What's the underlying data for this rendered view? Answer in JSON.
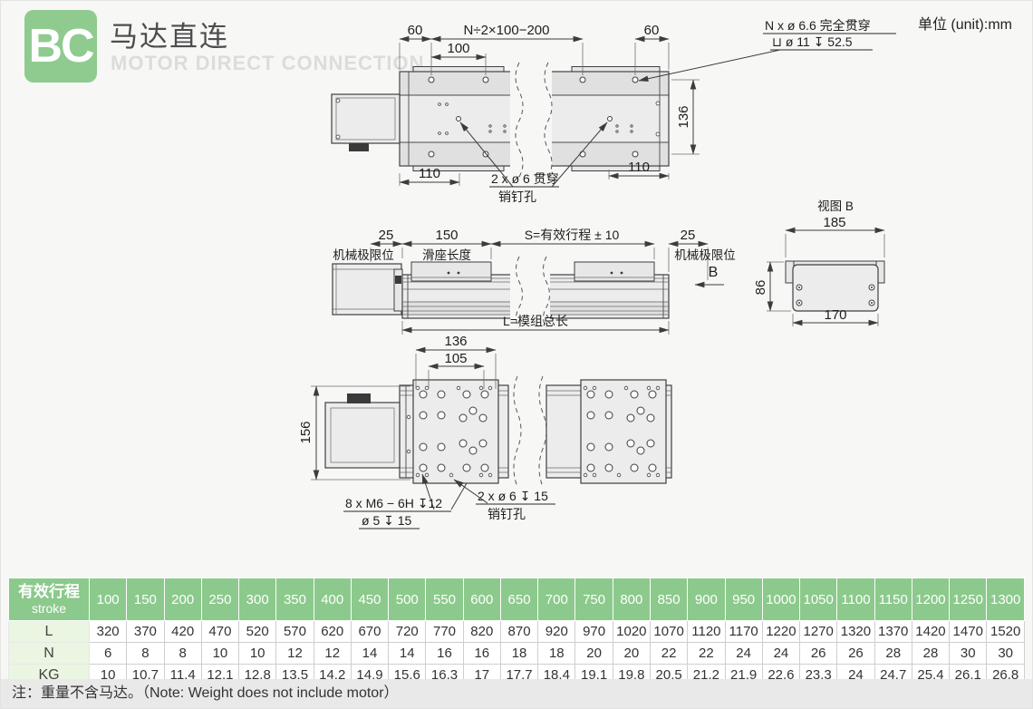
{
  "page": {
    "unit_label": "单位 (unit):mm",
    "note": "注：重量不含马达。（Note: Weight does not include motor）"
  },
  "header": {
    "badge": "BC",
    "title_zh": "马达直连",
    "title_en": "MOTOR DIRECT CONNECTION",
    "accent_color": "#8fcb8f"
  },
  "drawings": {
    "top_view": {
      "dim_60_left": "60",
      "dim_pitch": "N÷2×100−200",
      "dim_100": "100",
      "dim_60_right": "60",
      "hole_label_1": "N x ø 6.6 完全贯穿",
      "hole_label_2": "⊔ ø 11 ↧ 52.5",
      "dim_136": "136",
      "dim_110_left": "110",
      "dim_110_right": "110",
      "pin_label_1": "2 x ø 6 贯穿",
      "pin_label_2": "销钉孔"
    },
    "side_view": {
      "dim_25_left": "25",
      "limit_label_left": "机械极限位",
      "dim_150": "150",
      "slider_label": "滑座长度",
      "dim_stroke": "S=有效行程 ± 10",
      "dim_25_right": "25",
      "limit_label_right": "机械极限位",
      "view_marker": "B",
      "dim_total": "L=模组总长"
    },
    "view_b": {
      "title": "视图 B",
      "dim_185": "185",
      "dim_86": "86",
      "dim_170": "170"
    },
    "bottom_view": {
      "dim_136": "136",
      "dim_105": "105",
      "dim_156": "156",
      "screw_label_1": "8 x M6 − 6H ↧12",
      "screw_label_2": "ø 5 ↧ 15",
      "pin_label_1": "2 x ø 6 ↧ 15",
      "pin_label_2": "销钉孔"
    }
  },
  "table": {
    "header_label_zh": "有效行程",
    "header_label_en": "stroke",
    "strokes": [
      100,
      150,
      200,
      250,
      300,
      350,
      400,
      450,
      500,
      550,
      600,
      650,
      700,
      750,
      800,
      850,
      900,
      950,
      1000,
      1050,
      1100,
      1150,
      1200,
      1250,
      1300
    ],
    "rows": [
      {
        "label": "L",
        "values": [
          320,
          370,
          420,
          470,
          520,
          570,
          620,
          670,
          720,
          770,
          820,
          870,
          920,
          970,
          1020,
          1070,
          1120,
          1170,
          1220,
          1270,
          1320,
          1370,
          1420,
          1470,
          1520
        ]
      },
      {
        "label": "N",
        "values": [
          6,
          8,
          8,
          10,
          10,
          12,
          12,
          14,
          14,
          16,
          16,
          18,
          18,
          20,
          20,
          22,
          22,
          24,
          24,
          26,
          26,
          28,
          28,
          30,
          30
        ]
      },
      {
        "label": "KG",
        "values": [
          10,
          10.7,
          11.4,
          12.1,
          12.8,
          13.5,
          14.2,
          14.9,
          15.6,
          16.3,
          17,
          17.7,
          18.4,
          19.1,
          19.8,
          20.5,
          21.2,
          21.9,
          22.6,
          23.3,
          24,
          24.7,
          25.4,
          26.1,
          26.8
        ]
      }
    ]
  }
}
